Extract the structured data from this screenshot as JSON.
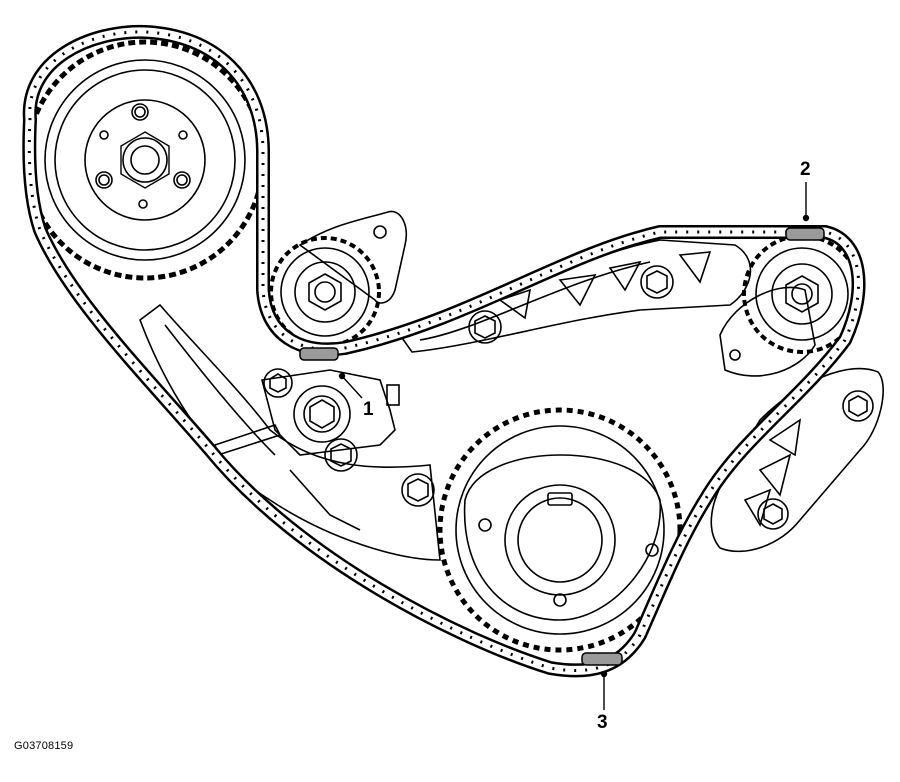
{
  "callouts": [
    {
      "label": "1"
    },
    {
      "label": "2"
    },
    {
      "label": "3"
    }
  ],
  "figure_id": "G03708159",
  "colors": {
    "line": "#000000",
    "marker_fill": "#9a9a9a",
    "background": "#ffffff"
  }
}
